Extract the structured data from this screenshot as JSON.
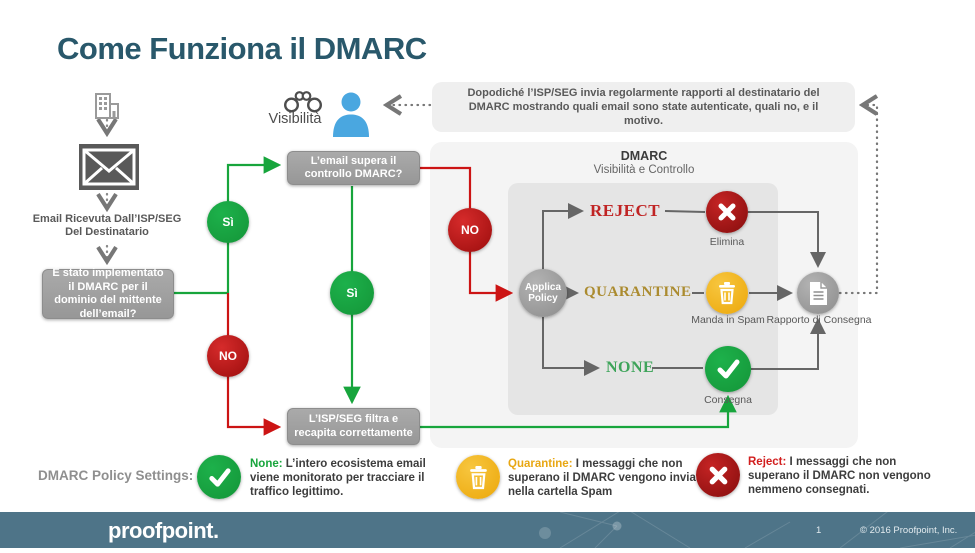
{
  "title": "Come Funziona il DMARC",
  "colors": {
    "title_teal": "#29586b",
    "green": "#17a53c",
    "red": "#cc1414",
    "dark_red": "#a71b1b",
    "yellow": "#efb310",
    "gray_box": "#9e9e9e",
    "panel_gray": "#f4f4f4",
    "footer_slate": "#4e7488",
    "person_blue": "#4aa7e0"
  },
  "left_flow": {
    "received_label": "Email Ricevuta Dall’ISP/SEG Del Destinatario",
    "question_box": "É stato implementato il DMARC per il dominio del mittente dell’email?"
  },
  "visibility": {
    "label": "Visibilità"
  },
  "report_note": "Dopodiché l’ISP/SEG invia regolarmente rapporti al destinatario del DMARC mostrando quali email sono state autenticate, quali no, e il motivo.",
  "decision": {
    "yes": "Sì",
    "no": "NO"
  },
  "flow_boxes": {
    "dmarc_check": "L’email supera il controllo DMARC?",
    "isp_filter": "L’ISP/SEG filtra e recapita correttamente"
  },
  "dmarc_panel": {
    "title": "DMARC",
    "subtitle": "Visibilità e Controllo",
    "apply_policy": "Applica Policy",
    "policies": {
      "reject": "REJECT",
      "quarantine": "QUARANTINE",
      "none": "NONE"
    },
    "outcomes": {
      "delete": "Elimina",
      "spam": "Manda in Spam",
      "deliver": "Consegna",
      "report": "Rapporto di Consegna"
    }
  },
  "legend": {
    "heading": "DMARC Policy Settings:",
    "items": [
      {
        "term": "None:",
        "text": " L’intero ecosistema email viene monitorato per tracciare il traffico legittimo."
      },
      {
        "term": "Quarantine:",
        "text": " I messaggi che non superano il DMARC vengono inviati nella cartella Spam"
      },
      {
        "term": "Reject:",
        "text": " I messaggi che non superano il DMARC non vengono nemmeno consegnati."
      }
    ]
  },
  "footer": {
    "brand": "proofpoint.",
    "page": "1",
    "copyright": "© 2016 Proofpoint, Inc."
  }
}
